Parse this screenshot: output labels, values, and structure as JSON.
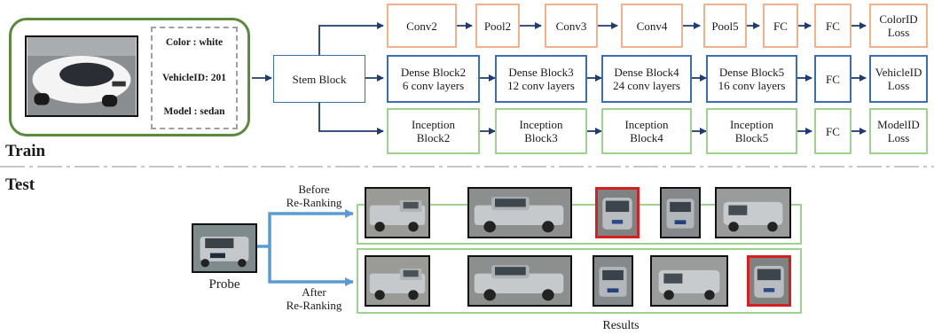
{
  "train_title": "Train",
  "test_title": "Test",
  "input": {
    "color": "Color : white",
    "vehicle_id": "VehicleID: 201",
    "model": "Model : sedan"
  },
  "stem": "Stem Block",
  "orange_row": [
    "Conv2",
    "Pool2",
    "Conv3",
    "Conv4",
    "Pool5",
    "FC",
    "FC",
    "ColorID\nLoss"
  ],
  "blue_row": [
    "Dense Block2\n6 conv layers",
    "Dense Block3\n12 conv layers",
    "Dense Block4\n24 conv layers",
    "Dense Block5\n16 conv layers",
    "FC",
    "VehicleID\nLoss"
  ],
  "green_row": [
    "Inception\nBlock2",
    "Inception\nBlock3",
    "Inception\nBlock4",
    "Inception\nBlock5",
    "FC",
    "ModelID\nLoss"
  ],
  "test": {
    "probe": "Probe",
    "before": "Before\nRe-Ranking",
    "after": "After\nRe-Ranking",
    "results": "Results"
  },
  "colors": {
    "orange": "#f2b08c",
    "blue": "#3a6fb5",
    "green": "#9dd28f",
    "input_frame": "#5a8a3c",
    "highlight": "#d62020",
    "arrow": "#1f3b73",
    "test_arrow": "#5b9bd5"
  }
}
